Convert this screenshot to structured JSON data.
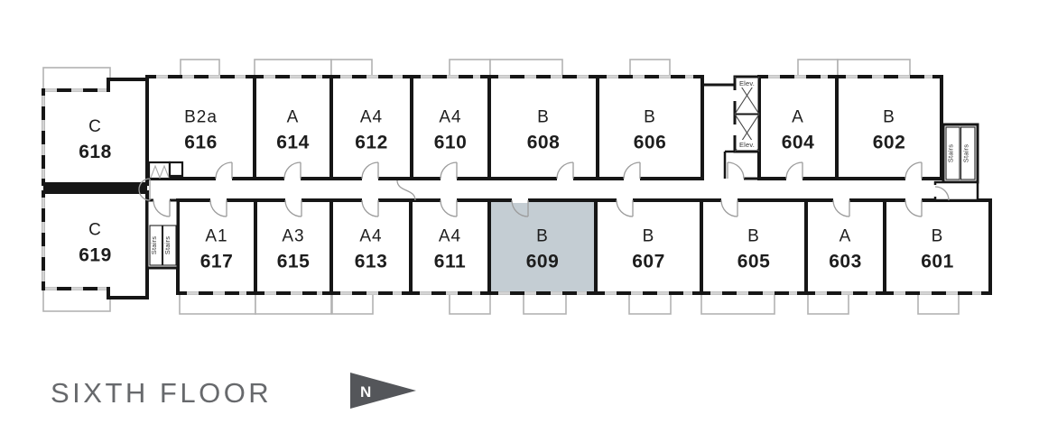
{
  "title": "SIXTH FLOOR",
  "north_label": "N",
  "labels": {
    "elevator": "Elev.",
    "stairs": "Stairs"
  },
  "colors": {
    "highlight": "#c4cdd3",
    "wall": "#161616",
    "balcony_outline": "#b2b2b2",
    "door_arc": "#9c9c9c",
    "title_text": "#67696c",
    "north_arrow": "#54565a"
  },
  "units": {
    "top_row": [
      {
        "type": "C",
        "number": "618",
        "highlighted": false
      },
      {
        "type": "B2a",
        "number": "616",
        "highlighted": false
      },
      {
        "type": "A",
        "number": "614",
        "highlighted": false
      },
      {
        "type": "A4",
        "number": "612",
        "highlighted": false
      },
      {
        "type": "A4",
        "number": "610",
        "highlighted": false
      },
      {
        "type": "B",
        "number": "608",
        "highlighted": false
      },
      {
        "type": "B",
        "number": "606",
        "highlighted": false
      },
      {
        "type": "A",
        "number": "604",
        "highlighted": false
      },
      {
        "type": "B",
        "number": "602",
        "highlighted": false
      }
    ],
    "bottom_row": [
      {
        "type": "C",
        "number": "619",
        "highlighted": false
      },
      {
        "type": "A1",
        "number": "617",
        "highlighted": false
      },
      {
        "type": "A3",
        "number": "615",
        "highlighted": false
      },
      {
        "type": "A4",
        "number": "613",
        "highlighted": false
      },
      {
        "type": "A4",
        "number": "611",
        "highlighted": false
      },
      {
        "type": "B",
        "number": "609",
        "highlighted": true
      },
      {
        "type": "B",
        "number": "607",
        "highlighted": false
      },
      {
        "type": "B",
        "number": "605",
        "highlighted": false
      },
      {
        "type": "A",
        "number": "603",
        "highlighted": false
      },
      {
        "type": "B",
        "number": "601",
        "highlighted": false
      }
    ]
  }
}
